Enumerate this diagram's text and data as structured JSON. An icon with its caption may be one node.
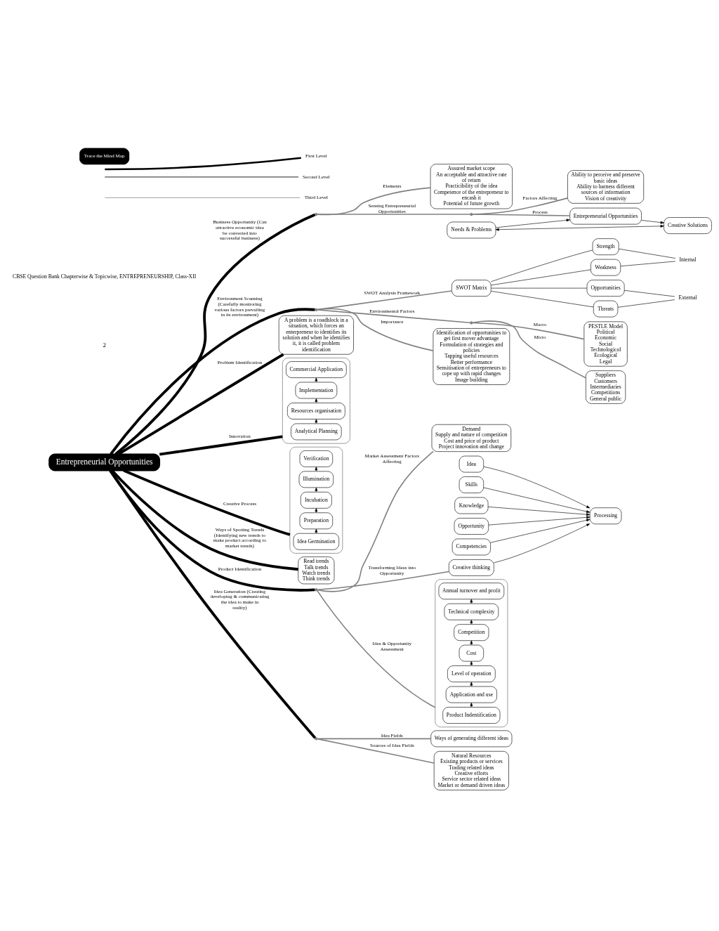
{
  "diagram": {
    "nodes": [
      {
        "text": [
          "Entrepreneurial Opportunities"
        ]
      },
      {
        "text": [],
        "shape": "point"
      },
      {
        "text": [
          "Assured market scope",
          "An acceptable and attractive rate of return",
          "Practicibility of the idea",
          "Competence of the entrepreneur to encash it",
          "Potential of future growth"
        ]
      },
      {
        "text": [],
        "shape": "point"
      },
      {
        "text": [
          "Entrepreneurial Opportunities"
        ]
      },
      {
        "text": [
          "Needs & Problems"
        ]
      },
      {
        "text": [
          "Creative Solutions"
        ]
      },
      {
        "text": [
          "Ability to perceive and preserve basic ideas",
          "Ability to harness different sources of information",
          "Vision of creativity"
        ]
      },
      {
        "text": [],
        "shape": "point"
      },
      {
        "text": [],
        "shape": "point"
      },
      {
        "text": [
          "PESTLE Model",
          "Political",
          "Economic",
          "Social",
          "Technologicol",
          "Ecological",
          "Legal"
        ]
      },
      {
        "text": [
          "Suppliers",
          "Customers",
          "Intermediaries",
          "Competitions",
          "General public"
        ]
      },
      {
        "text": [
          "Identification of opportunities to get first mover advantage",
          "Formulation of strategies and policies",
          "Tapping useful resources",
          "Better performance",
          "Sensitisation of entrepreneurs to cope up with rapid changes",
          "Image building"
        ]
      },
      {
        "text": [
          "SWOT Matrix"
        ]
      },
      {
        "text": [
          "Strength"
        ]
      },
      {
        "text": [
          "Weakness"
        ]
      },
      {
        "text": [
          "Opportunities"
        ]
      },
      {
        "text": [
          "Threats"
        ]
      },
      {
        "text": [
          "Internal"
        ]
      },
      {
        "text": [
          "External"
        ]
      },
      {
        "text": [
          "A problem is a roadblock in a situation, which forces an enterpreneur to identifies its solution and when he identifies it, it is called problem identification"
        ]
      },
      {
        "text": [],
        "shape": "box"
      },
      {
        "text": [
          "Analytical Planning"
        ],
        "in": 21
      },
      {
        "text": [
          "Resources organisation"
        ],
        "in": 21
      },
      {
        "text": [
          "Implementation"
        ],
        "in": 21
      },
      {
        "text": [
          "Commercial Application"
        ],
        "in": 21
      },
      {
        "text": [],
        "shape": "box"
      },
      {
        "text": [
          "Idea Germination"
        ],
        "in": 26
      },
      {
        "text": [
          "Preparation"
        ],
        "in": 26
      },
      {
        "text": [
          "Incubation"
        ],
        "in": 26
      },
      {
        "text": [
          "Illumination"
        ],
        "in": 26
      },
      {
        "text": [
          "Verification"
        ],
        "in": 26
      },
      {
        "text": [
          "Read trends",
          "Talk trends",
          "Watch trends",
          "Think trends"
        ]
      },
      {
        "text": [],
        "shape": "point"
      },
      {
        "text": [
          "Creative thinking"
        ]
      },
      {
        "text": [
          "Idea"
        ]
      },
      {
        "text": [
          "Skills"
        ]
      },
      {
        "text": [
          "Knowledge"
        ]
      },
      {
        "text": [
          "Opportunity"
        ]
      },
      {
        "text": [
          "Processing"
        ]
      },
      {
        "text": [
          "Competencies"
        ]
      },
      {
        "text": [],
        "shape": "box"
      },
      {
        "text": [
          "Product Indentification"
        ],
        "in": 41
      },
      {
        "text": [
          "Application and use"
        ],
        "in": 41
      },
      {
        "text": [
          "Level of operation"
        ],
        "in": 41
      },
      {
        "text": [
          "Cost"
        ],
        "in": 41
      },
      {
        "text": [
          "Competition"
        ],
        "in": 41
      },
      {
        "text": [
          "Technical complexity"
        ],
        "in": 41
      },
      {
        "text": [
          "Annual turnover and profit"
        ],
        "in": 41
      },
      {
        "text": [
          "Demand",
          "Supply and nature of competition",
          "Cost and price of product",
          "Project innovation and change"
        ]
      },
      {
        "text": [],
        "shape": "point"
      },
      {
        "text": [
          "Ways of generating different ideas"
        ]
      },
      {
        "text": [
          "Natural Resources",
          "Existing products or services",
          "Trading related ideas",
          "Creative efforts",
          "Service sector related ideas",
          "Market or demand driven ideas"
        ]
      }
    ],
    "edges": [
      {
        "from": 0,
        "to": 1,
        "arrow": "none",
        "style": "thick",
        "label": "Business Opportunity (Can attractive economic idea be converted into successful business)"
      },
      {
        "from": 1,
        "to": 2,
        "arrow": "none",
        "color": "#808080",
        "label": "Elements"
      },
      {
        "from": 1,
        "to": 3,
        "arrow": "none",
        "color": "#808080",
        "label": "Sensing Entrepreneurial Opportunities"
      },
      {
        "from": 3,
        "to": 4,
        "arrow": "none",
        "color": "#808080",
        "label": "Process"
      },
      {
        "from": 3,
        "to": 7,
        "arrow": "none",
        "color": "#808080",
        "label": "Factors Affecting"
      },
      {
        "from": 5,
        "to": 4,
        "arrow": "to"
      },
      {
        "from": 4,
        "to": 6,
        "arrow": "to"
      },
      {
        "from": 5,
        "to": 6,
        "arrow": "both"
      },
      {
        "from": 0,
        "to": 8,
        "arrow": "none",
        "style": "thick",
        "label": "Environment Scanning (Carefully monitoring various factors prevailing in its environment)"
      },
      {
        "from": 8,
        "to": 9,
        "arrow": "none",
        "color": "#808080",
        "label": "Environmental Factors"
      },
      {
        "from": 9,
        "to": 10,
        "arrow": "none",
        "color": "#808080",
        "label": "Macro"
      },
      {
        "from": 9,
        "to": 11,
        "arrow": "none",
        "color": "#808080",
        "label": "Micro"
      },
      {
        "from": 8,
        "to": 12,
        "arrow": "none",
        "color": "#808080",
        "label": "Importance"
      },
      {
        "from": 8,
        "to": 13,
        "arrow": "none",
        "color": "#808080",
        "label": "SWOT Analysis Framework"
      },
      {
        "from": 13,
        "to": 14,
        "arrow": "none"
      },
      {
        "from": 13,
        "to": 15,
        "arrow": "none"
      },
      {
        "from": 13,
        "to": 16,
        "arrow": "none"
      },
      {
        "from": 13,
        "to": 17,
        "arrow": "none"
      },
      {
        "from": 14,
        "to": 18,
        "arrow": "none"
      },
      {
        "from": 15,
        "to": 18,
        "arrow": "none"
      },
      {
        "from": 16,
        "to": 19,
        "arrow": "none"
      },
      {
        "from": 17,
        "to": 19,
        "arrow": "none"
      },
      {
        "from": 0,
        "to": 20,
        "arrow": "none",
        "style": "thick",
        "label": "Problem Identification"
      },
      {
        "from": 0,
        "to": 21,
        "arrow": "none",
        "style": "thick",
        "label": "Innovation"
      },
      {
        "from": 22,
        "to": 23,
        "arrow": "to"
      },
      {
        "from": 23,
        "to": 24,
        "arrow": "to"
      },
      {
        "from": 24,
        "to": 25,
        "arrow": "to"
      },
      {
        "from": 0,
        "to": 26,
        "arrow": "none",
        "style": "thick",
        "label": "Creative Process"
      },
      {
        "from": 27,
        "to": 28,
        "arrow": "to"
      },
      {
        "from": 28,
        "to": 29,
        "arrow": "to"
      },
      {
        "from": 29,
        "to": 30,
        "arrow": "to"
      },
      {
        "from": 30,
        "to": 31,
        "arrow": "to"
      },
      {
        "from": 0,
        "to": 32,
        "arrow": "none",
        "style": "thick",
        "label": "Ways of Spotting Trends (Identifying new trends to make product according to market trends)"
      },
      {
        "from": 0,
        "to": 33,
        "arrow": "none",
        "style": "thick",
        "label": "Product Identification"
      },
      {
        "from": 33,
        "to": 34,
        "arrow": "none",
        "color": "#808080",
        "label": "Transforming Ideas into Opportunity"
      },
      {
        "from": 33,
        "to": 41,
        "arrow": "none",
        "color": "#808080",
        "label": "Idea & Opportunity Assessment"
      },
      {
        "from": 33,
        "to": 49,
        "arrow": "none",
        "color": "#808080",
        "label": "Market Assessment Factors Affecting"
      },
      {
        "from": 35,
        "to": 39,
        "arrow": "to"
      },
      {
        "from": 36,
        "to": 39,
        "arrow": "to"
      },
      {
        "from": 37,
        "to": 39,
        "arrow": "to"
      },
      {
        "from": 38,
        "to": 39,
        "arrow": "to"
      },
      {
        "from": 34,
        "to": 39,
        "arrow": "to"
      },
      {
        "from": 40,
        "to": 39,
        "arrow": "to"
      },
      {
        "from": 42,
        "to": 43,
        "arrow": "to"
      },
      {
        "from": 43,
        "to": 44,
        "arrow": "to"
      },
      {
        "from": 44,
        "to": 45,
        "arrow": "to"
      },
      {
        "from": 45,
        "to": 46,
        "arrow": "to"
      },
      {
        "from": 46,
        "to": 47,
        "arrow": "to"
      },
      {
        "from": 47,
        "to": 48,
        "arrow": "to"
      },
      {
        "from": 0,
        "to": 50,
        "arrow": "none",
        "style": "thick",
        "label": "Idea Generation (Creating developing & communicating the idea to make in reality)"
      },
      {
        "from": 50,
        "to": 51,
        "arrow": "none",
        "color": "#808080",
        "label": "Idea Fields"
      },
      {
        "from": 50,
        "to": 52,
        "arrow": "none",
        "color": "#808080",
        "label": "Sources of Idea Fields"
      }
    ],
    "labels": [
      "2",
      "CBSE Question Bank Chapterwise & Topicwise, ENTREPRENEURSHIP, Class-XII",
      "Trace the Mind Map"
    ],
    "legend": [
      {
        "text": "First Level"
      },
      {
        "text": "Second Level"
      },
      {
        "text": "Third Level"
      }
    ]
  }
}
